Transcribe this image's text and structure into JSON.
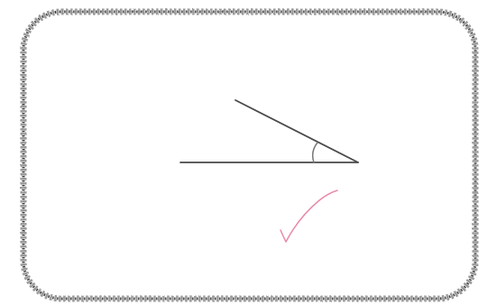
{
  "colors": {
    "background": "#ffffff",
    "frame_dark": "#3a3a3a",
    "frame_light": "#9a9a9a",
    "angle_lines": "#4a4a4a",
    "angle_arc": "#777777",
    "check_mark": "#e88aa8"
  },
  "frame": {
    "style": "chain-link border",
    "shape": "rounded rectangle"
  },
  "diagram": {
    "figure": "acute angle",
    "vertex_mark": "arc"
  },
  "grading": {
    "mark": "check-mark",
    "ink": "pink"
  }
}
